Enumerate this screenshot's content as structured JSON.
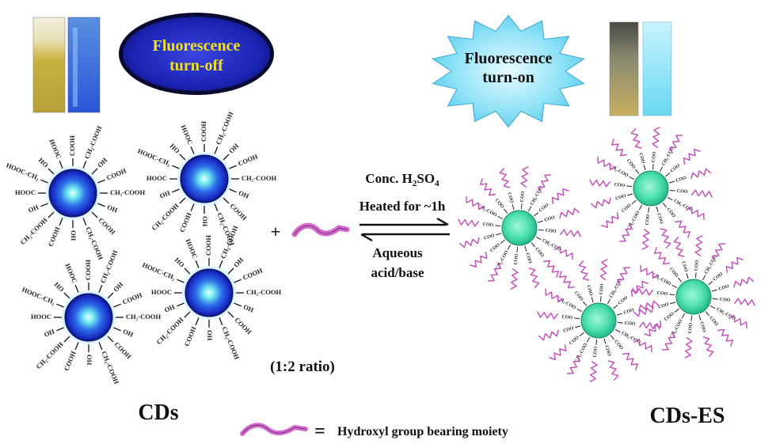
{
  "badges": {
    "turn_off": "Fluorescence\nturn-off",
    "turn_on": "Fluorescence\nturn-on"
  },
  "reaction": {
    "plus": "+",
    "forward_line1_prefix": "Conc. H",
    "forward_line1_sub1": "2",
    "forward_line1_mid": "SO",
    "forward_line1_sub2": "4",
    "forward_line2": "Heated for ~1h",
    "reverse_line1": "Aqueous",
    "reverse_line2": "acid/base",
    "ratio": "(1:2 ratio)"
  },
  "labels": {
    "left": "CDs",
    "right": "CDs-ES"
  },
  "legend": {
    "equals": "=",
    "text": "Hydroxyl group bearing moiety"
  },
  "functional_groups": {
    "cooh": "COOH",
    "ch2cooh": "CH₂-COOH",
    "oh": "OH",
    "hooc": "HOOC",
    "hooc_ch2": "HOOC-CH₂",
    "ho": "HO",
    "coo": "COO",
    "ch2coo": "CH₂-COO"
  },
  "colors": {
    "turn_off_fill": "#1a22b0",
    "turn_off_text": "#f2e21a",
    "turn_on_fill": "#6fd6f2",
    "cd_core": "#6fe8f0",
    "cd_shell": "#1f3fd6",
    "cdes_fill": "#4fe0b0",
    "moiety": "#d46ad0"
  }
}
